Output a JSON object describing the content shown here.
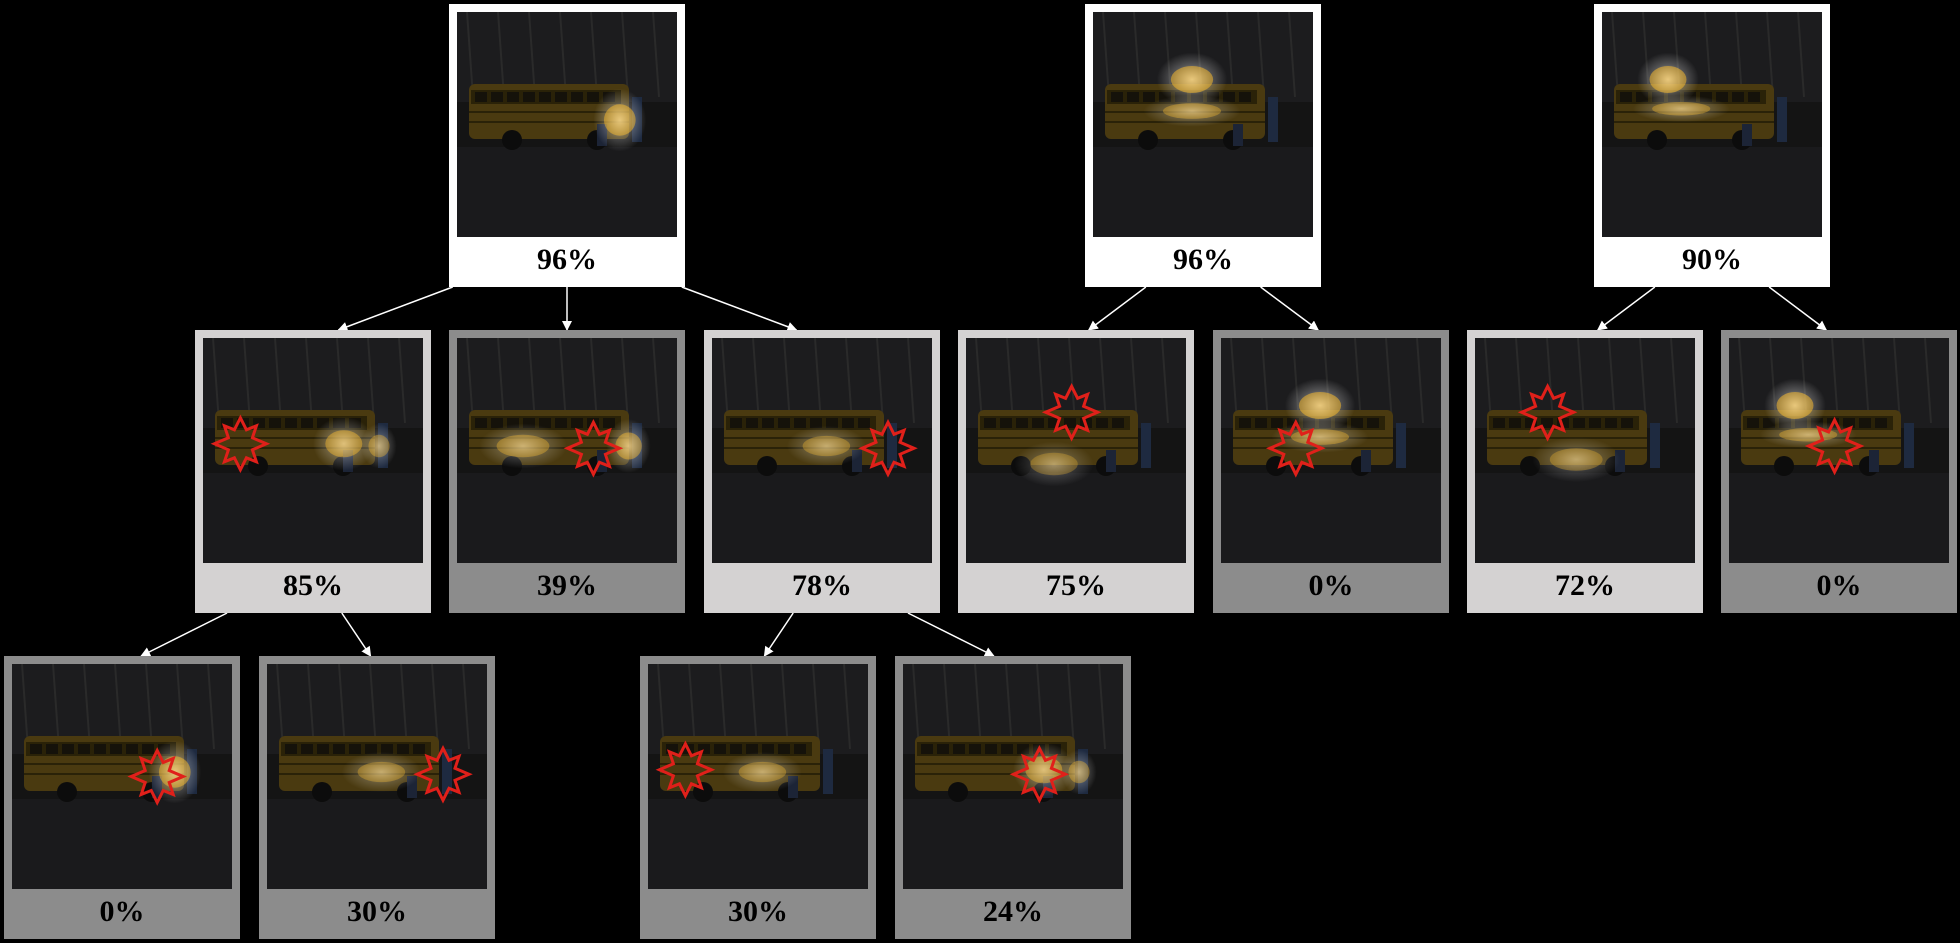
{
  "colors": {
    "background": "#000000",
    "level_1": "#ffffff",
    "level_2_high": "#d4d2d2",
    "level_2_low": "#8c8c8c",
    "level_3": "#8c8c8c",
    "contour": "#e0201a",
    "arrow": "#ffffff"
  },
  "icons": {
    "thumbnail": "school-bus-saliency-thumbnail",
    "occlusion": "red-occlusion-contour"
  },
  "trees": [
    {
      "root": {
        "id": "t1-root",
        "label": "96%",
        "tone": "level_1",
        "highlight": "bus-door-right"
      },
      "children": [
        {
          "id": "t1-c1",
          "label": "85%",
          "tone": "level_2_high",
          "highlight": "bus-rear",
          "occlusion": "left",
          "children": [
            {
              "id": "t1-c1-g1",
              "label": "0%",
              "tone": "level_3",
              "highlight": "bus-door-right",
              "occlusion": "right"
            },
            {
              "id": "t1-c1-g2",
              "label": "30%",
              "tone": "level_3",
              "highlight": "bus-center",
              "occlusion": "far-right"
            }
          ]
        },
        {
          "id": "t1-c2",
          "label": "39%",
          "tone": "level_2_low",
          "highlight": "bus-full",
          "occlusion": "center-right",
          "children": []
        },
        {
          "id": "t1-c3",
          "label": "78%",
          "tone": "level_2_high",
          "highlight": "bus-center",
          "occlusion": "far-right",
          "children": [
            {
              "id": "t1-c3-g1",
              "label": "30%",
              "tone": "level_3",
              "highlight": "bus-center",
              "occlusion": "left"
            },
            {
              "id": "t1-c3-g2",
              "label": "24%",
              "tone": "level_3",
              "highlight": "bus-rear",
              "occlusion": "center-right"
            }
          ]
        }
      ]
    },
    {
      "root": {
        "id": "t2-root",
        "label": "96%",
        "tone": "level_1",
        "highlight": "roof-glow"
      },
      "children": [
        {
          "id": "t2-c1",
          "label": "75%",
          "tone": "level_2_high",
          "highlight": "bus-front-low",
          "occlusion": "top-center",
          "children": []
        },
        {
          "id": "t2-c2",
          "label": "0%",
          "tone": "level_2_low",
          "highlight": "roof-glow",
          "occlusion": "center-left",
          "children": []
        }
      ]
    },
    {
      "root": {
        "id": "t3-root",
        "label": "90%",
        "tone": "level_1",
        "highlight": "roof-glow-left"
      },
      "children": [
        {
          "id": "t3-c1",
          "label": "72%",
          "tone": "level_2_high",
          "highlight": "bus-center-low",
          "occlusion": "top-left",
          "children": []
        },
        {
          "id": "t3-c2",
          "label": "0%",
          "tone": "level_2_low",
          "highlight": "roof-glow-left",
          "occlusion": "center",
          "children": []
        }
      ]
    }
  ]
}
